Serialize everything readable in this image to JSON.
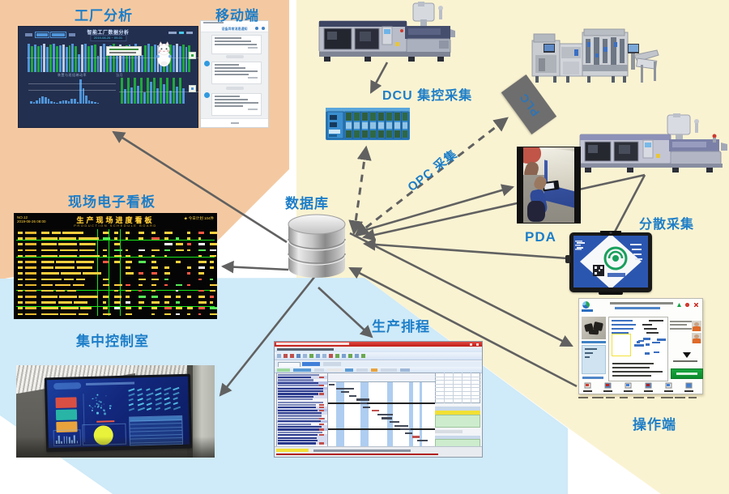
{
  "colors": {
    "accent_blue": "#1d7ec8",
    "bg_orange": "#f4c9a1",
    "bg_yellow": "#faf3d2",
    "bg_blue": "#cfeaf8",
    "arrow_gray": "#616161",
    "plc_gray": "#6e6e6e",
    "board_yellow": "#ffd23e",
    "board_green": "#19e619"
  },
  "labels": {
    "factory_analysis": "工厂分析",
    "mobile": "移动端",
    "database": "数据库",
    "dcu": "DCU 集控采集",
    "opc": "OPC 采集",
    "plc": "PLC",
    "pda": "PDA",
    "dispersed": "分散采集",
    "board": "现场电子看板",
    "control_room": "集中控制室",
    "scheduling": "生产排程",
    "operator": "操作端"
  },
  "board": {
    "title": "生产现场进度看板",
    "subtitle": "PRODUCTION SCHEDULE BOARD"
  },
  "chart_data": [
    {
      "type": "bar",
      "title": "设备稼动率",
      "ylabel": "%",
      "ylim": [
        0,
        100
      ],
      "values": [
        97,
        90,
        95,
        88,
        93,
        96,
        86,
        94,
        97,
        89,
        92,
        95,
        87,
        93,
        96,
        90,
        60,
        94,
        97,
        88,
        92,
        95,
        55,
        90,
        96,
        87,
        93,
        96,
        89,
        94,
        62,
        91,
        95,
        88,
        96,
        90,
        58,
        93,
        97,
        89,
        94,
        91,
        96,
        88,
        52,
        95,
        92,
        96,
        90,
        94,
        87,
        93
      ],
      "colorcycle": [
        "blue",
        "green",
        "pale"
      ]
    },
    {
      "type": "bar",
      "title": "停机时间分布",
      "ylim": [
        0,
        100
      ],
      "values": [
        8,
        5,
        12,
        22,
        28,
        25,
        18,
        10,
        6,
        4,
        9,
        12,
        14,
        8,
        20,
        18,
        6,
        95,
        60,
        30,
        12,
        8,
        5,
        4
      ],
      "colorcycle": [
        "blue"
      ]
    },
    {
      "type": "bar",
      "title": "班组产量对比",
      "ylim": [
        0,
        100
      ],
      "values": [
        100,
        55,
        100,
        62,
        100,
        70,
        100,
        45,
        100,
        85,
        100,
        60,
        100,
        75,
        100,
        50,
        100,
        65,
        100,
        58
      ],
      "colorcycle": [
        "green",
        "blue"
      ]
    }
  ]
}
